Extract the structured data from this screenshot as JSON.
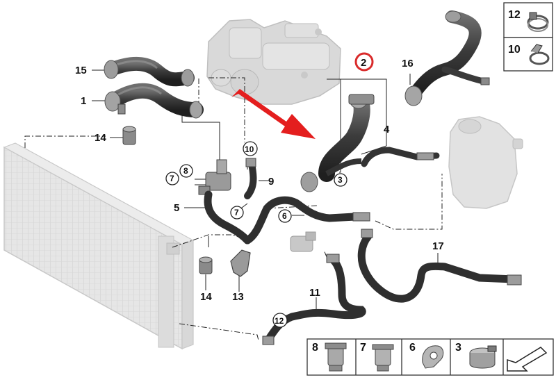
{
  "callouts": {
    "c1": "1",
    "c2": "2",
    "c3": "3",
    "c4": "4",
    "c5": "5",
    "c6": "6",
    "c7a": "7",
    "c7b": "7",
    "c8": "8",
    "c9": "9",
    "c10": "10",
    "c11": "11",
    "c12": "12",
    "c13": "13",
    "c14a": "14",
    "c14b": "14",
    "c15": "15",
    "c16": "16",
    "c17": "17"
  },
  "kit_top": [
    {
      "number": "12",
      "icon": "hose-clamp-icon"
    },
    {
      "number": "10",
      "icon": "spring-clip-icon"
    }
  ],
  "kit_bottom": [
    {
      "number": "8",
      "icon": "connector-coupling-icon"
    },
    {
      "number": "7",
      "icon": "connector-coupling-icon"
    },
    {
      "number": "6",
      "icon": "hose-clip-icon"
    },
    {
      "number": "3",
      "icon": "band-clamp-icon"
    }
  ],
  "colors": {
    "hose": "#3b3b3b",
    "hose_highlight": "#8a8a8a",
    "ghost_part": "#cfcfcf",
    "radiator": "#e3e3e3",
    "highlight_circle": "#d92b2b",
    "arrow": "#e41e1e"
  },
  "icons": {
    "direction_arrow": "red-arrow-icon",
    "view_indicator": "corner-arrow-icon"
  }
}
